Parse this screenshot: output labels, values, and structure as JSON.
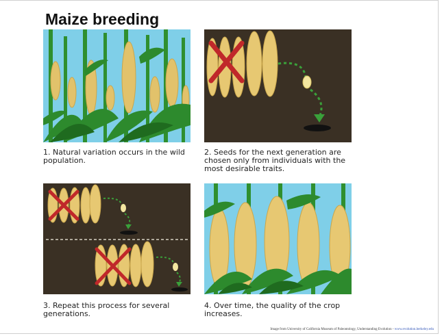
{
  "title": "Maize breeding",
  "panels": [
    {
      "caption": "1. Natural variation occurs in the wild population."
    },
    {
      "caption": "2. Seeds for the next generation are chosen only from individuals with the most desirable traits."
    },
    {
      "caption": "3. Repeat this process for several generations."
    },
    {
      "caption": "4. Over time, the quality of the crop increases."
    }
  ],
  "credit": {
    "text": "Image from University of California Museum of Paleontology, Understanding Evolution -",
    "link": "www.evolution.berkeley.edu"
  },
  "colors": {
    "sky": "#7fcfe8",
    "soil": "#3a3024",
    "leaf": "#2d8a2d",
    "cob": "#e7c872",
    "cross": "#c0282a",
    "arrow": "#3aa03a"
  }
}
